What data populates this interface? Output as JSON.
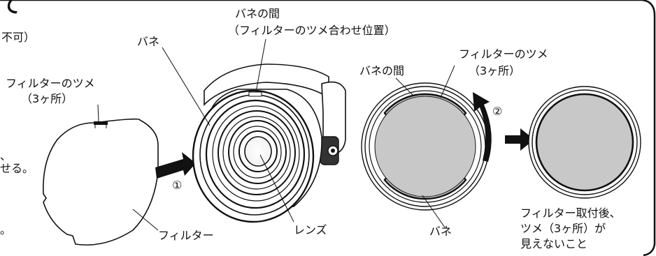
{
  "heading_fragment": "て",
  "left_text": {
    "line1": "不可）",
    "line2": "、",
    "line3": "せる。",
    "line4": "。"
  },
  "labels": {
    "spring_gap_top": "バネの間",
    "spring_gap_top_sub": "（フィルターのツメ合わせ位置）",
    "spring_left": "バネ",
    "tab_left": "フィルターのツメ",
    "tab_left_count": "（3ヶ所）",
    "filter": "フィルター",
    "lens": "レンズ",
    "spring_gap_right": "バネの間",
    "tab_right": "フィルターのツメ",
    "tab_right_count": "（3ヶ所）",
    "spring_bottom": "バネ",
    "after_install_1": "フィルター取付後、",
    "after_install_2": "ツメ（3ヶ所）が",
    "after_install_3": "見えないこと"
  },
  "steps": {
    "step1": "①",
    "step2": "②"
  }
}
